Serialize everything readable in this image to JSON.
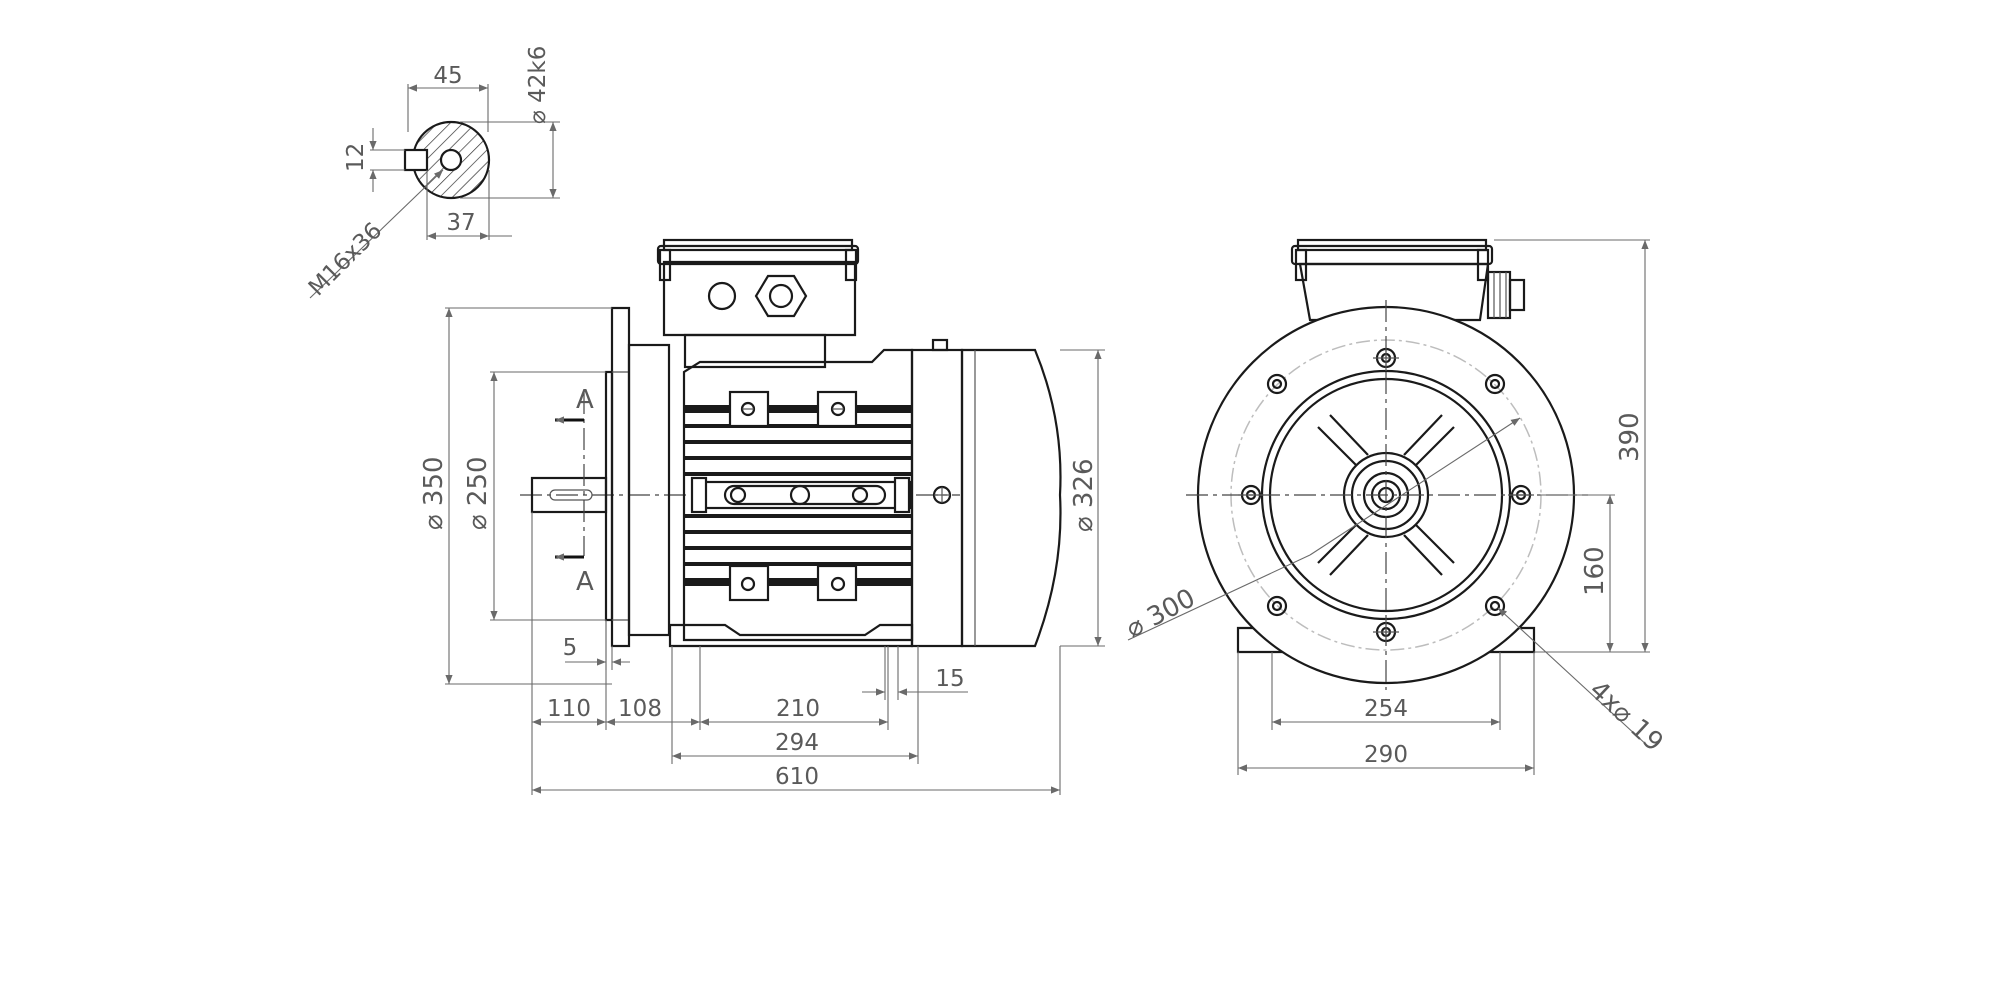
{
  "section_view": {
    "width_label": "45",
    "diameter_label": "⌀ 42k6",
    "key_label": "12",
    "depth_label": "37",
    "thread_label": "M16x36"
  },
  "side_view": {
    "section_marker": "A",
    "flange_diameter": "⌀ 350",
    "spigot_diameter": "⌀ 250",
    "frame_diameter": "⌀ 326",
    "flange_gap": "5",
    "shaft_length": "110",
    "shoulder": "108",
    "foot_spacing": "210",
    "foot_length": "294",
    "overall_length": "610",
    "foot_width": "15"
  },
  "end_view": {
    "pcd": "⌀ 300",
    "overall_height": "390",
    "shaft_height": "160",
    "foot_holes_spacing": "254",
    "foot_width": "290",
    "foot_holes": "4x⌀ 19"
  }
}
